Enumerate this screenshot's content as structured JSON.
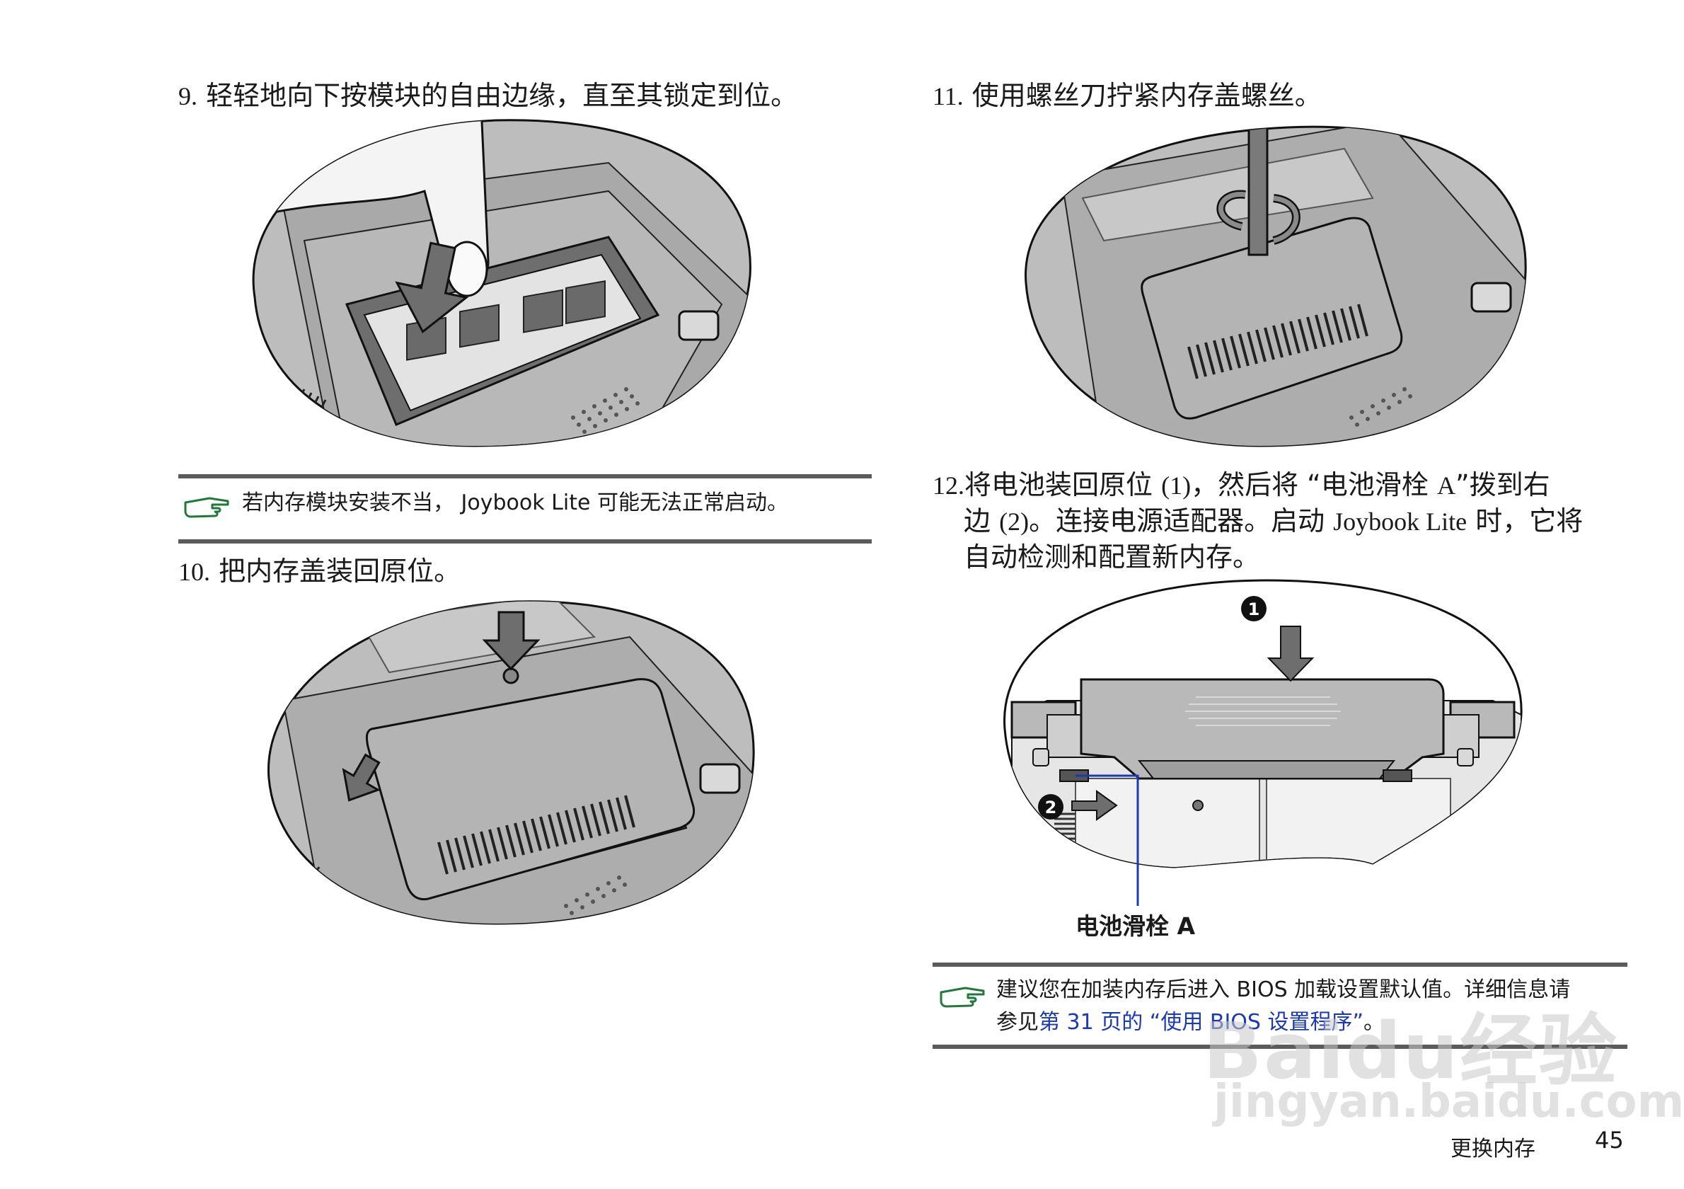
{
  "step9": {
    "num": "9.",
    "text": "轻轻地向下按模块的自由边缘，直至其锁定到位。"
  },
  "note1": {
    "text": "若内存模块安装不当， Joybook Lite 可能无法正常启动。"
  },
  "step10": {
    "num": "10.",
    "text": "把内存盖装回原位。"
  },
  "step11": {
    "num": "11.",
    "text": "使用螺丝刀拧紧内存盖螺丝。"
  },
  "step12": {
    "num": "12.",
    "line1_a": "将电池装回原位 ",
    "line1_b": "(1)",
    "line1_c": "，然后将 “电池滑栓 ",
    "line1_d": "A",
    "line1_e": "”拨到右",
    "line2_a": "边 ",
    "line2_b": "(2)",
    "line2_c": "。连接电源适配器。启动 ",
    "line2_d": "Joybook Lite",
    "line2_e": " 时，它将",
    "line3": "自动检测和配置新内存。"
  },
  "figure4": {
    "callout1": "1",
    "callout2": "2",
    "latch_label": "电池滑栓 A"
  },
  "note2": {
    "line1": "建议您在加装内存后进入 BIOS 加载设置默认值。详细信息请",
    "line2_prefix": "参见",
    "line2_link": "第 31 页的 “使用 BIOS 设置程序”",
    "line2_suffix": "。"
  },
  "footer": {
    "section": "更换内存",
    "page": "45"
  },
  "watermark": {
    "line1": "Baidu经验",
    "line2": "jingyan.baidu.com"
  },
  "colors": {
    "rule": "#5b5b5b",
    "link": "#1b39b0",
    "note_icon": "#1f7a3a"
  }
}
